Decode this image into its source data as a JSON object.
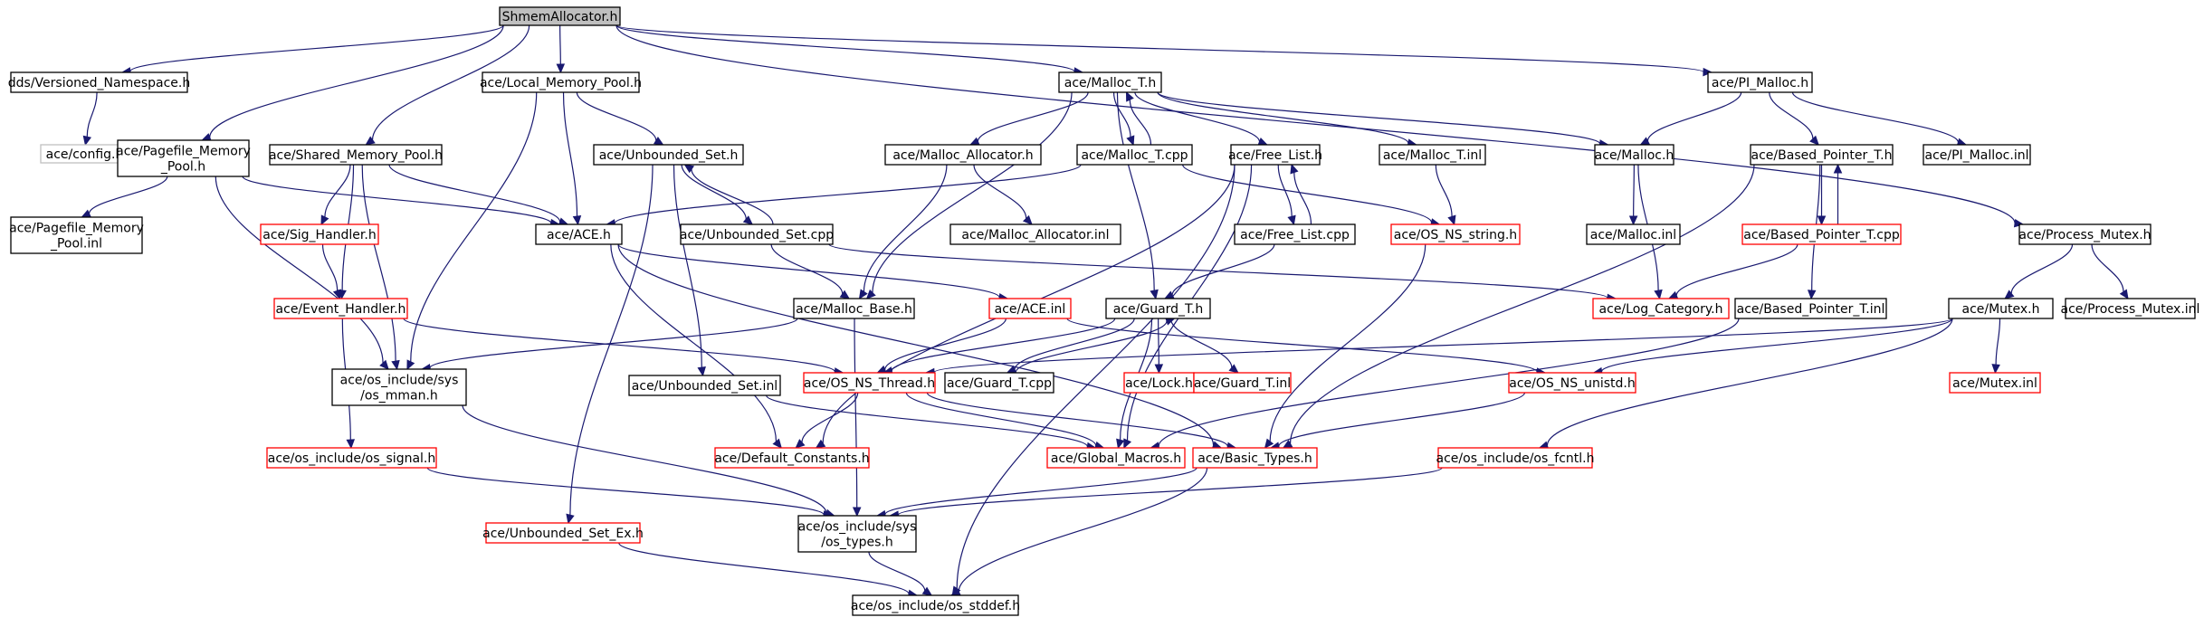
{
  "colors": {
    "edge": "#191970",
    "normal_border": "#000000",
    "incomplete_border": "#ff0000",
    "external_border": "#bfbfbf",
    "root_fill": "#bfbfbf",
    "fill": "#ffffff"
  },
  "nodes": [
    {
      "id": "root",
      "lines": [
        "ShmemAllocator.h"
      ],
      "kind": "root"
    },
    {
      "id": "vns",
      "lines": [
        "dds/Versioned_Namespace.h"
      ],
      "kind": "normal"
    },
    {
      "id": "config",
      "lines": [
        "ace/config.h"
      ],
      "kind": "external"
    },
    {
      "id": "pfmp",
      "lines": [
        "ace/Pagefile_Memory",
        "_Pool.h"
      ],
      "kind": "normal"
    },
    {
      "id": "pfmpinl",
      "lines": [
        "ace/Pagefile_Memory",
        "_Pool.inl"
      ],
      "kind": "normal"
    },
    {
      "id": "smp",
      "lines": [
        "ace/Shared_Memory_Pool.h"
      ],
      "kind": "normal"
    },
    {
      "id": "sigh",
      "lines": [
        "ace/Sig_Handler.h"
      ],
      "kind": "incomplete"
    },
    {
      "id": "evh",
      "lines": [
        "ace/Event_Handler.h"
      ],
      "kind": "incomplete"
    },
    {
      "id": "ossig",
      "lines": [
        "ace/os_include/os_signal.h"
      ],
      "kind": "incomplete"
    },
    {
      "id": "lmp",
      "lines": [
        "ace/Local_Memory_Pool.h"
      ],
      "kind": "normal"
    },
    {
      "id": "ace",
      "lines": [
        "ace/ACE.h"
      ],
      "kind": "normal"
    },
    {
      "id": "ushdr",
      "lines": [
        "ace/Unbounded_Set.h"
      ],
      "kind": "normal"
    },
    {
      "id": "uscpp",
      "lines": [
        "ace/Unbounded_Set.cpp"
      ],
      "kind": "normal"
    },
    {
      "id": "usinl",
      "lines": [
        "ace/Unbounded_Set.inl"
      ],
      "kind": "normal"
    },
    {
      "id": "usex",
      "lines": [
        "ace/Unbounded_Set_Ex.h"
      ],
      "kind": "incomplete"
    },
    {
      "id": "mman",
      "lines": [
        "ace/os_include/sys",
        "/os_mman.h"
      ],
      "kind": "normal"
    },
    {
      "id": "ostypes",
      "lines": [
        "ace/os_include/sys",
        "/os_types.h"
      ],
      "kind": "normal"
    },
    {
      "id": "stddef",
      "lines": [
        "ace/os_include/os_stddef.h"
      ],
      "kind": "normal"
    },
    {
      "id": "mallocT",
      "lines": [
        "ace/Malloc_T.h"
      ],
      "kind": "normal"
    },
    {
      "id": "mallocAlloc",
      "lines": [
        "ace/Malloc_Allocator.h"
      ],
      "kind": "normal"
    },
    {
      "id": "mallocAllocInl",
      "lines": [
        "ace/Malloc_Allocator.inl"
      ],
      "kind": "normal"
    },
    {
      "id": "mallocTcpp",
      "lines": [
        "ace/Malloc_T.cpp"
      ],
      "kind": "normal"
    },
    {
      "id": "mallocBase",
      "lines": [
        "ace/Malloc_Base.h"
      ],
      "kind": "normal"
    },
    {
      "id": "aceinl",
      "lines": [
        "ace/ACE.inl"
      ],
      "kind": "incomplete"
    },
    {
      "id": "osthread",
      "lines": [
        "ace/OS_NS_Thread.h"
      ],
      "kind": "incomplete"
    },
    {
      "id": "defconst",
      "lines": [
        "ace/Default_Constants.h"
      ],
      "kind": "incomplete"
    },
    {
      "id": "guardT",
      "lines": [
        "ace/Guard_T.h"
      ],
      "kind": "normal"
    },
    {
      "id": "guardTcpp",
      "lines": [
        "ace/Guard_T.cpp"
      ],
      "kind": "normal"
    },
    {
      "id": "lock",
      "lines": [
        "ace/Lock.h"
      ],
      "kind": "incomplete"
    },
    {
      "id": "guardTinl",
      "lines": [
        "ace/Guard_T.inl"
      ],
      "kind": "incomplete"
    },
    {
      "id": "globalMacros",
      "lines": [
        "ace/Global_Macros.h"
      ],
      "kind": "incomplete"
    },
    {
      "id": "freeList",
      "lines": [
        "ace/Free_List.h"
      ],
      "kind": "normal"
    },
    {
      "id": "freeListCpp",
      "lines": [
        "ace/Free_List.cpp"
      ],
      "kind": "normal"
    },
    {
      "id": "mallocTinl",
      "lines": [
        "ace/Malloc_T.inl"
      ],
      "kind": "normal"
    },
    {
      "id": "osstring",
      "lines": [
        "ace/OS_NS_string.h"
      ],
      "kind": "incomplete"
    },
    {
      "id": "basicTypes",
      "lines": [
        "ace/Basic_Types.h"
      ],
      "kind": "incomplete"
    },
    {
      "id": "malloc",
      "lines": [
        "ace/Malloc.h"
      ],
      "kind": "normal"
    },
    {
      "id": "mallocInl",
      "lines": [
        "ace/Malloc.inl"
      ],
      "kind": "normal"
    },
    {
      "id": "logCat",
      "lines": [
        "ace/Log_Category.h"
      ],
      "kind": "incomplete"
    },
    {
      "id": "plMalloc",
      "lines": [
        "ace/PI_Malloc.h"
      ],
      "kind": "normal"
    },
    {
      "id": "basedPtr",
      "lines": [
        "ace/Based_Pointer_T.h"
      ],
      "kind": "normal"
    },
    {
      "id": "basedPtrCpp",
      "lines": [
        "ace/Based_Pointer_T.cpp"
      ],
      "kind": "incomplete"
    },
    {
      "id": "basedPtrInl",
      "lines": [
        "ace/Based_Pointer_T.inl"
      ],
      "kind": "normal"
    },
    {
      "id": "plMallocInl",
      "lines": [
        "ace/PI_Malloc.inl"
      ],
      "kind": "normal"
    },
    {
      "id": "osunistd",
      "lines": [
        "ace/OS_NS_unistd.h"
      ],
      "kind": "incomplete"
    },
    {
      "id": "osfcntl",
      "lines": [
        "ace/os_include/os_fcntl.h"
      ],
      "kind": "incomplete"
    },
    {
      "id": "procMutex",
      "lines": [
        "ace/Process_Mutex.h"
      ],
      "kind": "normal"
    },
    {
      "id": "mutex",
      "lines": [
        "ace/Mutex.h"
      ],
      "kind": "normal"
    },
    {
      "id": "mutexInl",
      "lines": [
        "ace/Mutex.inl"
      ],
      "kind": "incomplete"
    },
    {
      "id": "procMutexInl",
      "lines": [
        "ace/Process_Mutex.inl"
      ],
      "kind": "normal"
    }
  ],
  "edges": [
    [
      "root",
      "vns"
    ],
    [
      "root",
      "pfmp"
    ],
    [
      "root",
      "smp"
    ],
    [
      "root",
      "lmp"
    ],
    [
      "root",
      "mallocT"
    ],
    [
      "root",
      "plMalloc"
    ],
    [
      "root",
      "procMutex"
    ],
    [
      "vns",
      "config"
    ],
    [
      "pfmp",
      "pfmpinl"
    ],
    [
      "pfmp",
      "ace"
    ],
    [
      "pfmp",
      "mman"
    ],
    [
      "smp",
      "ace"
    ],
    [
      "smp",
      "sigh"
    ],
    [
      "smp",
      "evh"
    ],
    [
      "smp",
      "mman"
    ],
    [
      "sigh",
      "evh"
    ],
    [
      "evh",
      "ossig"
    ],
    [
      "evh",
      "osthread"
    ],
    [
      "ossig",
      "ostypes"
    ],
    [
      "lmp",
      "ace"
    ],
    [
      "lmp",
      "ushdr"
    ],
    [
      "lmp",
      "mman"
    ],
    [
      "ushdr",
      "uscpp"
    ],
    [
      "ushdr",
      "usinl"
    ],
    [
      "ushdr",
      "usex"
    ],
    [
      "uscpp",
      "ushdr"
    ],
    [
      "uscpp",
      "mallocBase"
    ],
    [
      "uscpp",
      "logCat"
    ],
    [
      "usinl",
      "globalMacros"
    ],
    [
      "usex",
      "stddef"
    ],
    [
      "ace",
      "aceinl"
    ],
    [
      "ace",
      "defconst"
    ],
    [
      "ace",
      "basicTypes"
    ],
    [
      "aceinl",
      "osthread"
    ],
    [
      "aceinl",
      "osunistd"
    ],
    [
      "mman",
      "ostypes"
    ],
    [
      "ostypes",
      "stddef"
    ],
    [
      "mallocT",
      "mallocAlloc"
    ],
    [
      "mallocT",
      "mallocTcpp"
    ],
    [
      "mallocT",
      "mallocBase"
    ],
    [
      "mallocT",
      "guardT"
    ],
    [
      "mallocT",
      "freeList"
    ],
    [
      "mallocT",
      "mallocTinl"
    ],
    [
      "mallocT",
      "malloc"
    ],
    [
      "mallocTcpp",
      "mallocT"
    ],
    [
      "mallocTcpp",
      "ace"
    ],
    [
      "mallocTcpp",
      "osstring"
    ],
    [
      "mallocAlloc",
      "mallocAllocInl"
    ],
    [
      "mallocAlloc",
      "mallocBase"
    ],
    [
      "mallocBase",
      "mman"
    ],
    [
      "mallocBase",
      "ostypes"
    ],
    [
      "freeList",
      "freeListCpp"
    ],
    [
      "freeList",
      "defconst"
    ],
    [
      "freeList",
      "globalMacros"
    ],
    [
      "freeList",
      "stddef"
    ],
    [
      "freeListCpp",
      "freeList"
    ],
    [
      "freeListCpp",
      "guardT"
    ],
    [
      "mallocTinl",
      "osstring"
    ],
    [
      "osstring",
      "basicTypes"
    ],
    [
      "guardT",
      "guardTcpp"
    ],
    [
      "guardT",
      "lock"
    ],
    [
      "guardT",
      "guardTinl"
    ],
    [
      "guardT",
      "osthread"
    ],
    [
      "guardT",
      "globalMacros"
    ],
    [
      "guardTcpp",
      "guardT"
    ],
    [
      "osthread",
      "defconst"
    ],
    [
      "osthread",
      "globalMacros"
    ],
    [
      "osthread",
      "basicTypes"
    ],
    [
      "basicTypes",
      "ostypes"
    ],
    [
      "basicTypes",
      "stddef"
    ],
    [
      "osunistd",
      "basicTypes"
    ],
    [
      "osfcntl",
      "ostypes"
    ],
    [
      "malloc",
      "mallocInl"
    ],
    [
      "malloc",
      "logCat"
    ],
    [
      "plMalloc",
      "malloc"
    ],
    [
      "plMalloc",
      "basedPtr"
    ],
    [
      "plMalloc",
      "plMallocInl"
    ],
    [
      "basedPtr",
      "basedPtrCpp"
    ],
    [
      "basedPtr",
      "basedPtrInl"
    ],
    [
      "basedPtr",
      "basicTypes"
    ],
    [
      "basedPtrCpp",
      "basedPtr"
    ],
    [
      "basedPtrCpp",
      "logCat"
    ],
    [
      "basedPtrInl",
      "globalMacros"
    ],
    [
      "procMutex",
      "mutex"
    ],
    [
      "procMutex",
      "procMutexInl"
    ],
    [
      "mutex",
      "mutexInl"
    ],
    [
      "mutex",
      "osthread"
    ],
    [
      "mutex",
      "osunistd"
    ],
    [
      "mutex",
      "osfcntl"
    ]
  ]
}
